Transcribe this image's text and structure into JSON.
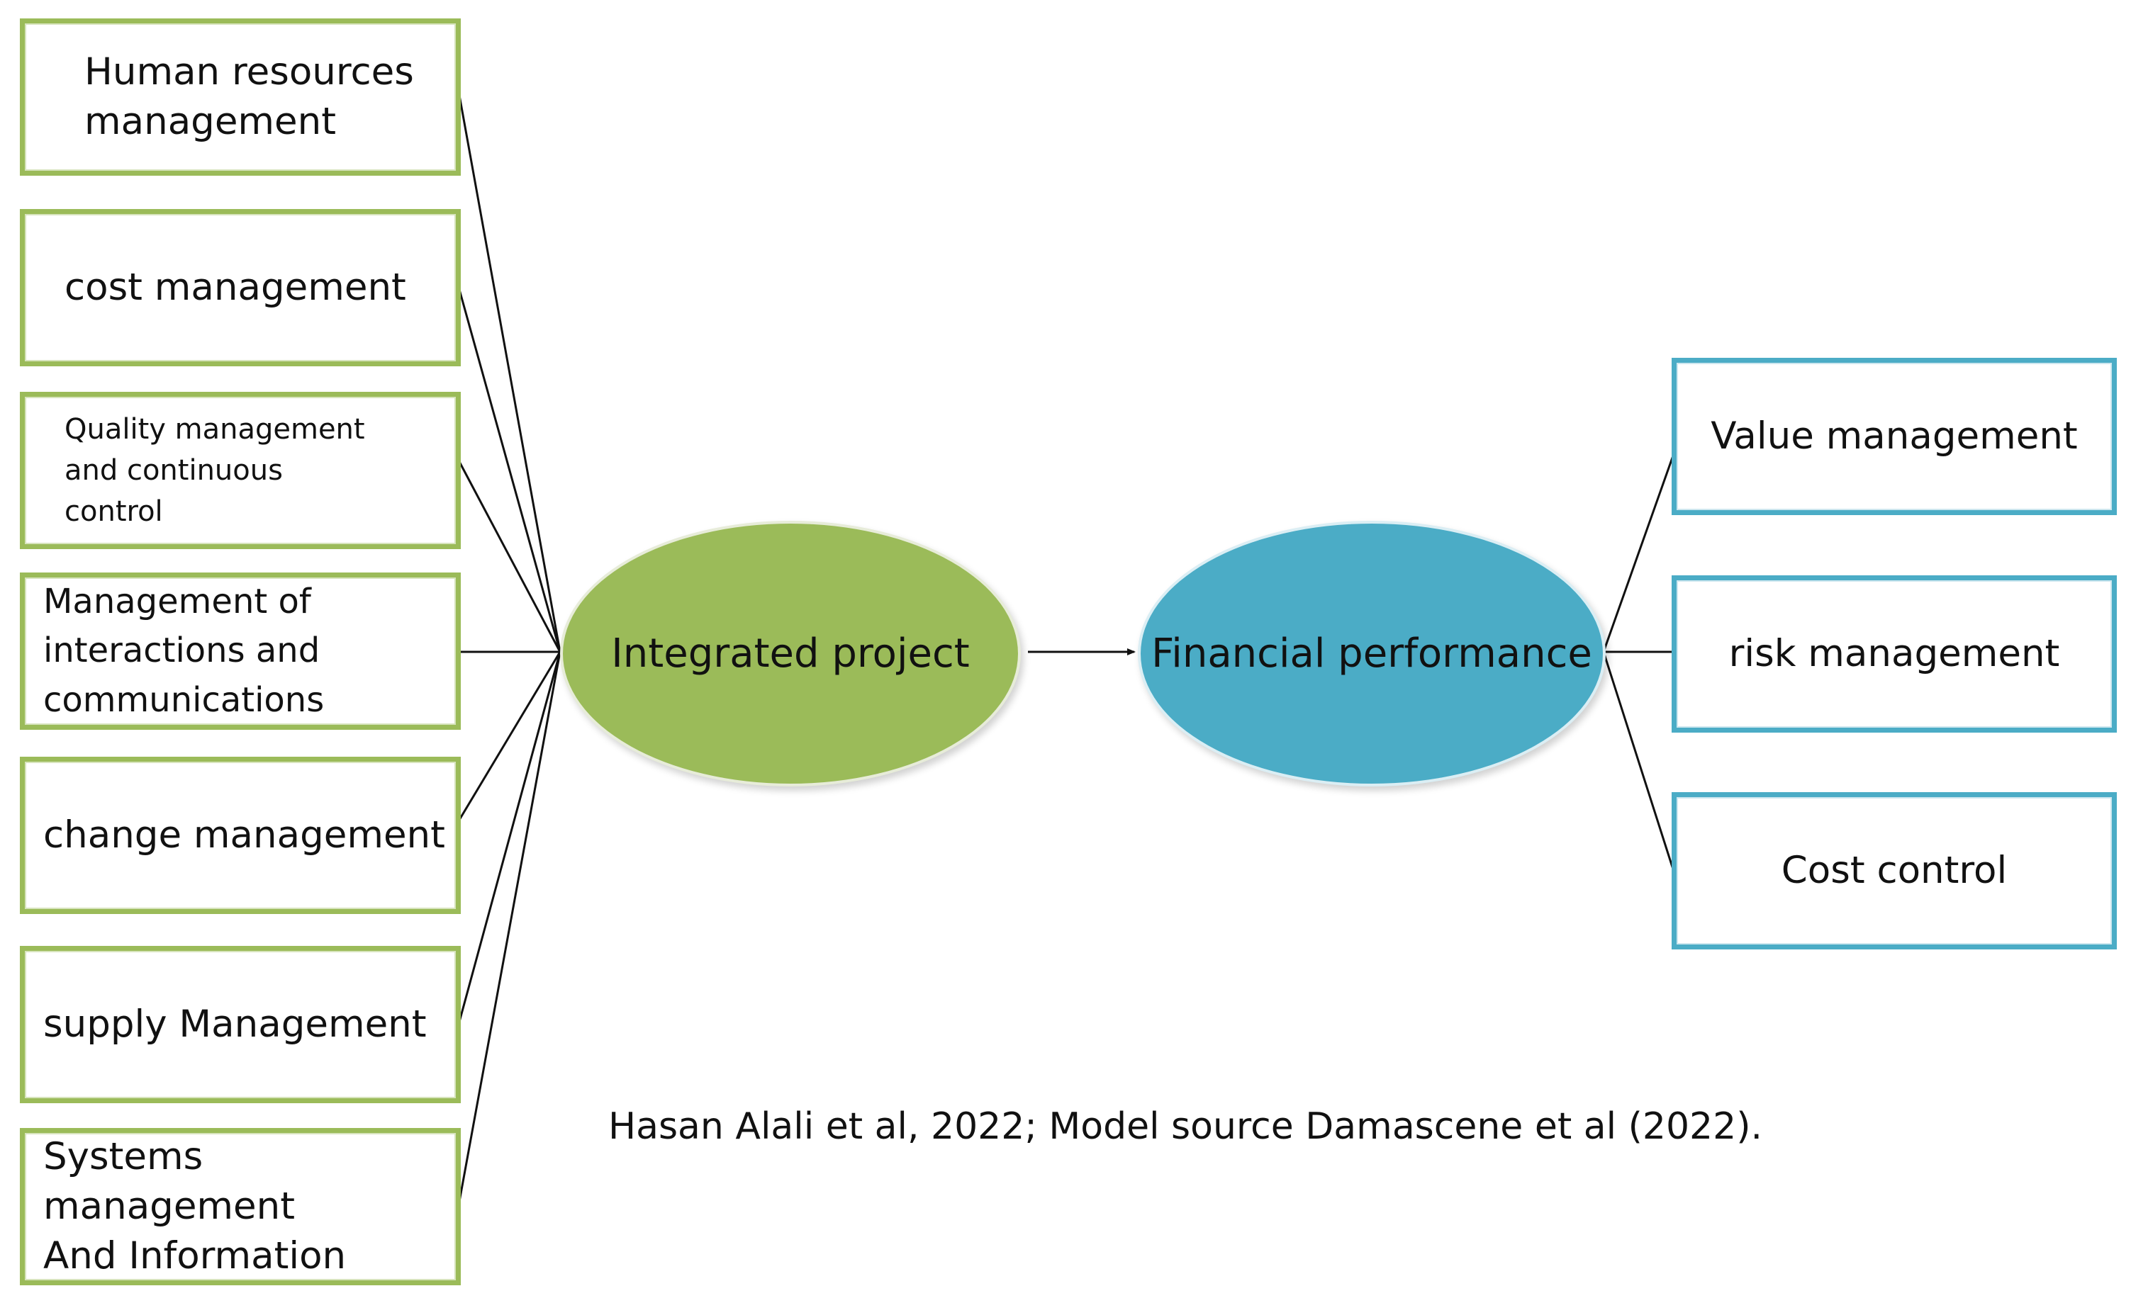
{
  "left_group": {
    "color": "#9bbb59",
    "items": [
      {
        "label": "Human resources\nmanagement"
      },
      {
        "label": "cost management"
      },
      {
        "label": "Quality management\nand continuous\ncontrol"
      },
      {
        "label": "Management of\ninteractions and\ncommunications"
      },
      {
        "label": "change management"
      },
      {
        "label": "supply Management"
      },
      {
        "label": "Systems management\nAnd Information"
      }
    ]
  },
  "center": {
    "integrated": {
      "label": "Integrated project",
      "color": "#9bbb59"
    },
    "financial": {
      "label": "Financial performance",
      "color": "#4bacc6"
    }
  },
  "right_group": {
    "color": "#4bacc6",
    "items": [
      {
        "label": "Value management"
      },
      {
        "label": "risk management"
      },
      {
        "label": "Cost control"
      }
    ]
  },
  "caption": "Hasan Alali et al, 2022; Model source Damascene et al (2022)."
}
